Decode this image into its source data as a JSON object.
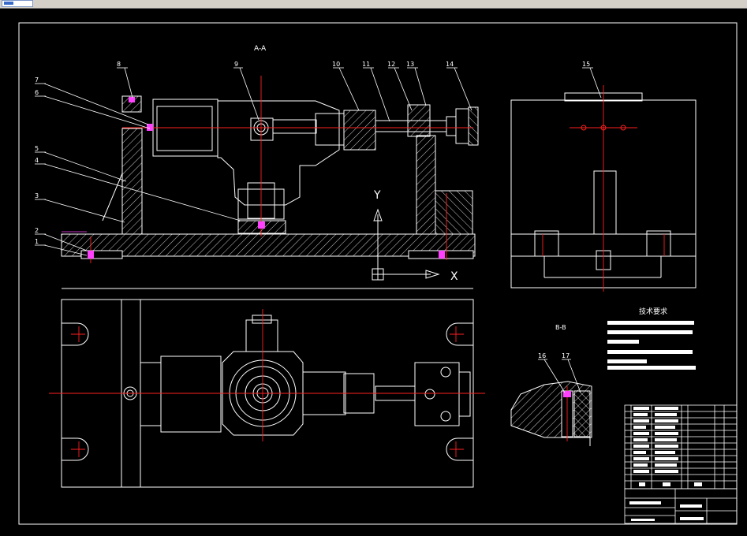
{
  "viewer": {
    "toolbar_icon": "drawing-file-icon"
  },
  "drawing": {
    "section_aa": "A-A",
    "section_bb": "B-B",
    "axis_x": "X",
    "axis_y": "Y",
    "callouts": {
      "c1": "1",
      "c2": "2",
      "c3": "3",
      "c4": "4",
      "c5": "5",
      "c6": "6",
      "c7": "7",
      "c8": "8",
      "c9": "9",
      "c10": "10",
      "c11": "11",
      "c12": "12",
      "c13": "13",
      "c14": "14",
      "c15": "15",
      "c16": "16",
      "c17": "17"
    },
    "tech_title": "技术要求"
  },
  "colors": {
    "background": "#000000",
    "outline": "#ffffff",
    "centerline": "#ff2020",
    "hatch": "#ffffff",
    "fastener": "#ff40ff",
    "callout": "#ffffff"
  }
}
